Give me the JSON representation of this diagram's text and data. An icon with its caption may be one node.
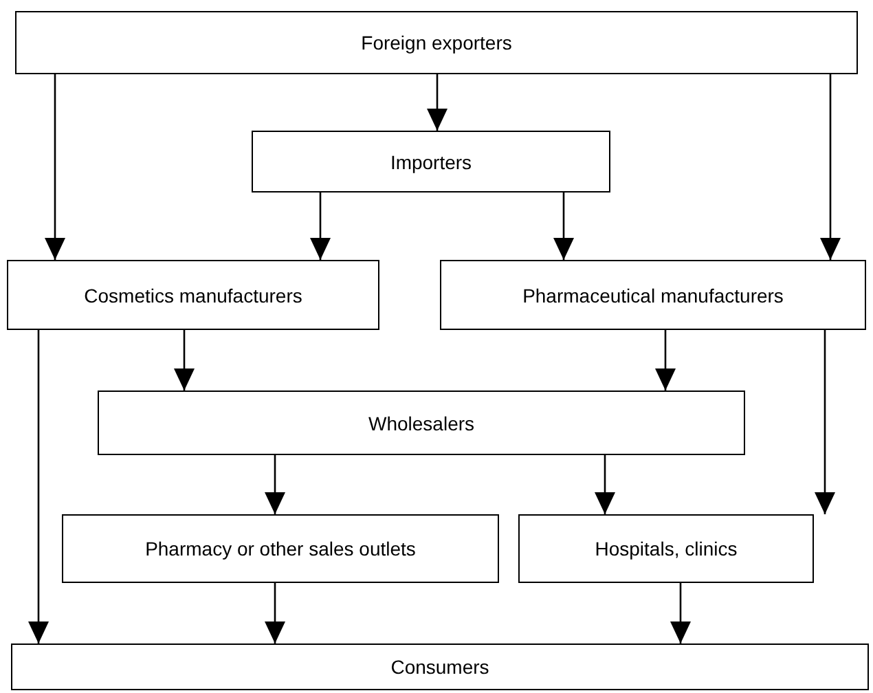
{
  "diagram": {
    "nodes": [
      {
        "text": [
          "Foreign exporters"
        ]
      },
      {
        "text": [
          "Importers"
        ]
      },
      {
        "text": [
          "Cosmetics manufacturers"
        ]
      },
      {
        "text": [
          "Pharmaceutical manufacturers"
        ]
      },
      {
        "text": [
          "Wholesalers"
        ]
      },
      {
        "text": [
          "Pharmacy or other sales outlets"
        ]
      },
      {
        "text": [
          "Hospitals, clinics"
        ]
      },
      {
        "text": [
          "Consumers"
        ]
      }
    ],
    "edges": [
      {
        "from": 0,
        "to": 1,
        "arrow": "to"
      },
      {
        "from": 0,
        "to": 2,
        "arrow": "to"
      },
      {
        "from": 0,
        "to": 3,
        "arrow": "to"
      },
      {
        "from": 1,
        "to": 2,
        "arrow": "to"
      },
      {
        "from": 1,
        "to": 3,
        "arrow": "to"
      },
      {
        "from": 2,
        "to": 4,
        "arrow": "to"
      },
      {
        "from": 3,
        "to": 4,
        "arrow": "to"
      },
      {
        "from": 2,
        "to": 7,
        "arrow": "to"
      },
      {
        "from": 3,
        "to": 6,
        "arrow": "to"
      },
      {
        "from": 4,
        "to": 5,
        "arrow": "to"
      },
      {
        "from": 4,
        "to": 6,
        "arrow": "to"
      },
      {
        "from": 5,
        "to": 7,
        "arrow": "to"
      },
      {
        "from": 6,
        "to": 7,
        "arrow": "to"
      }
    ]
  }
}
